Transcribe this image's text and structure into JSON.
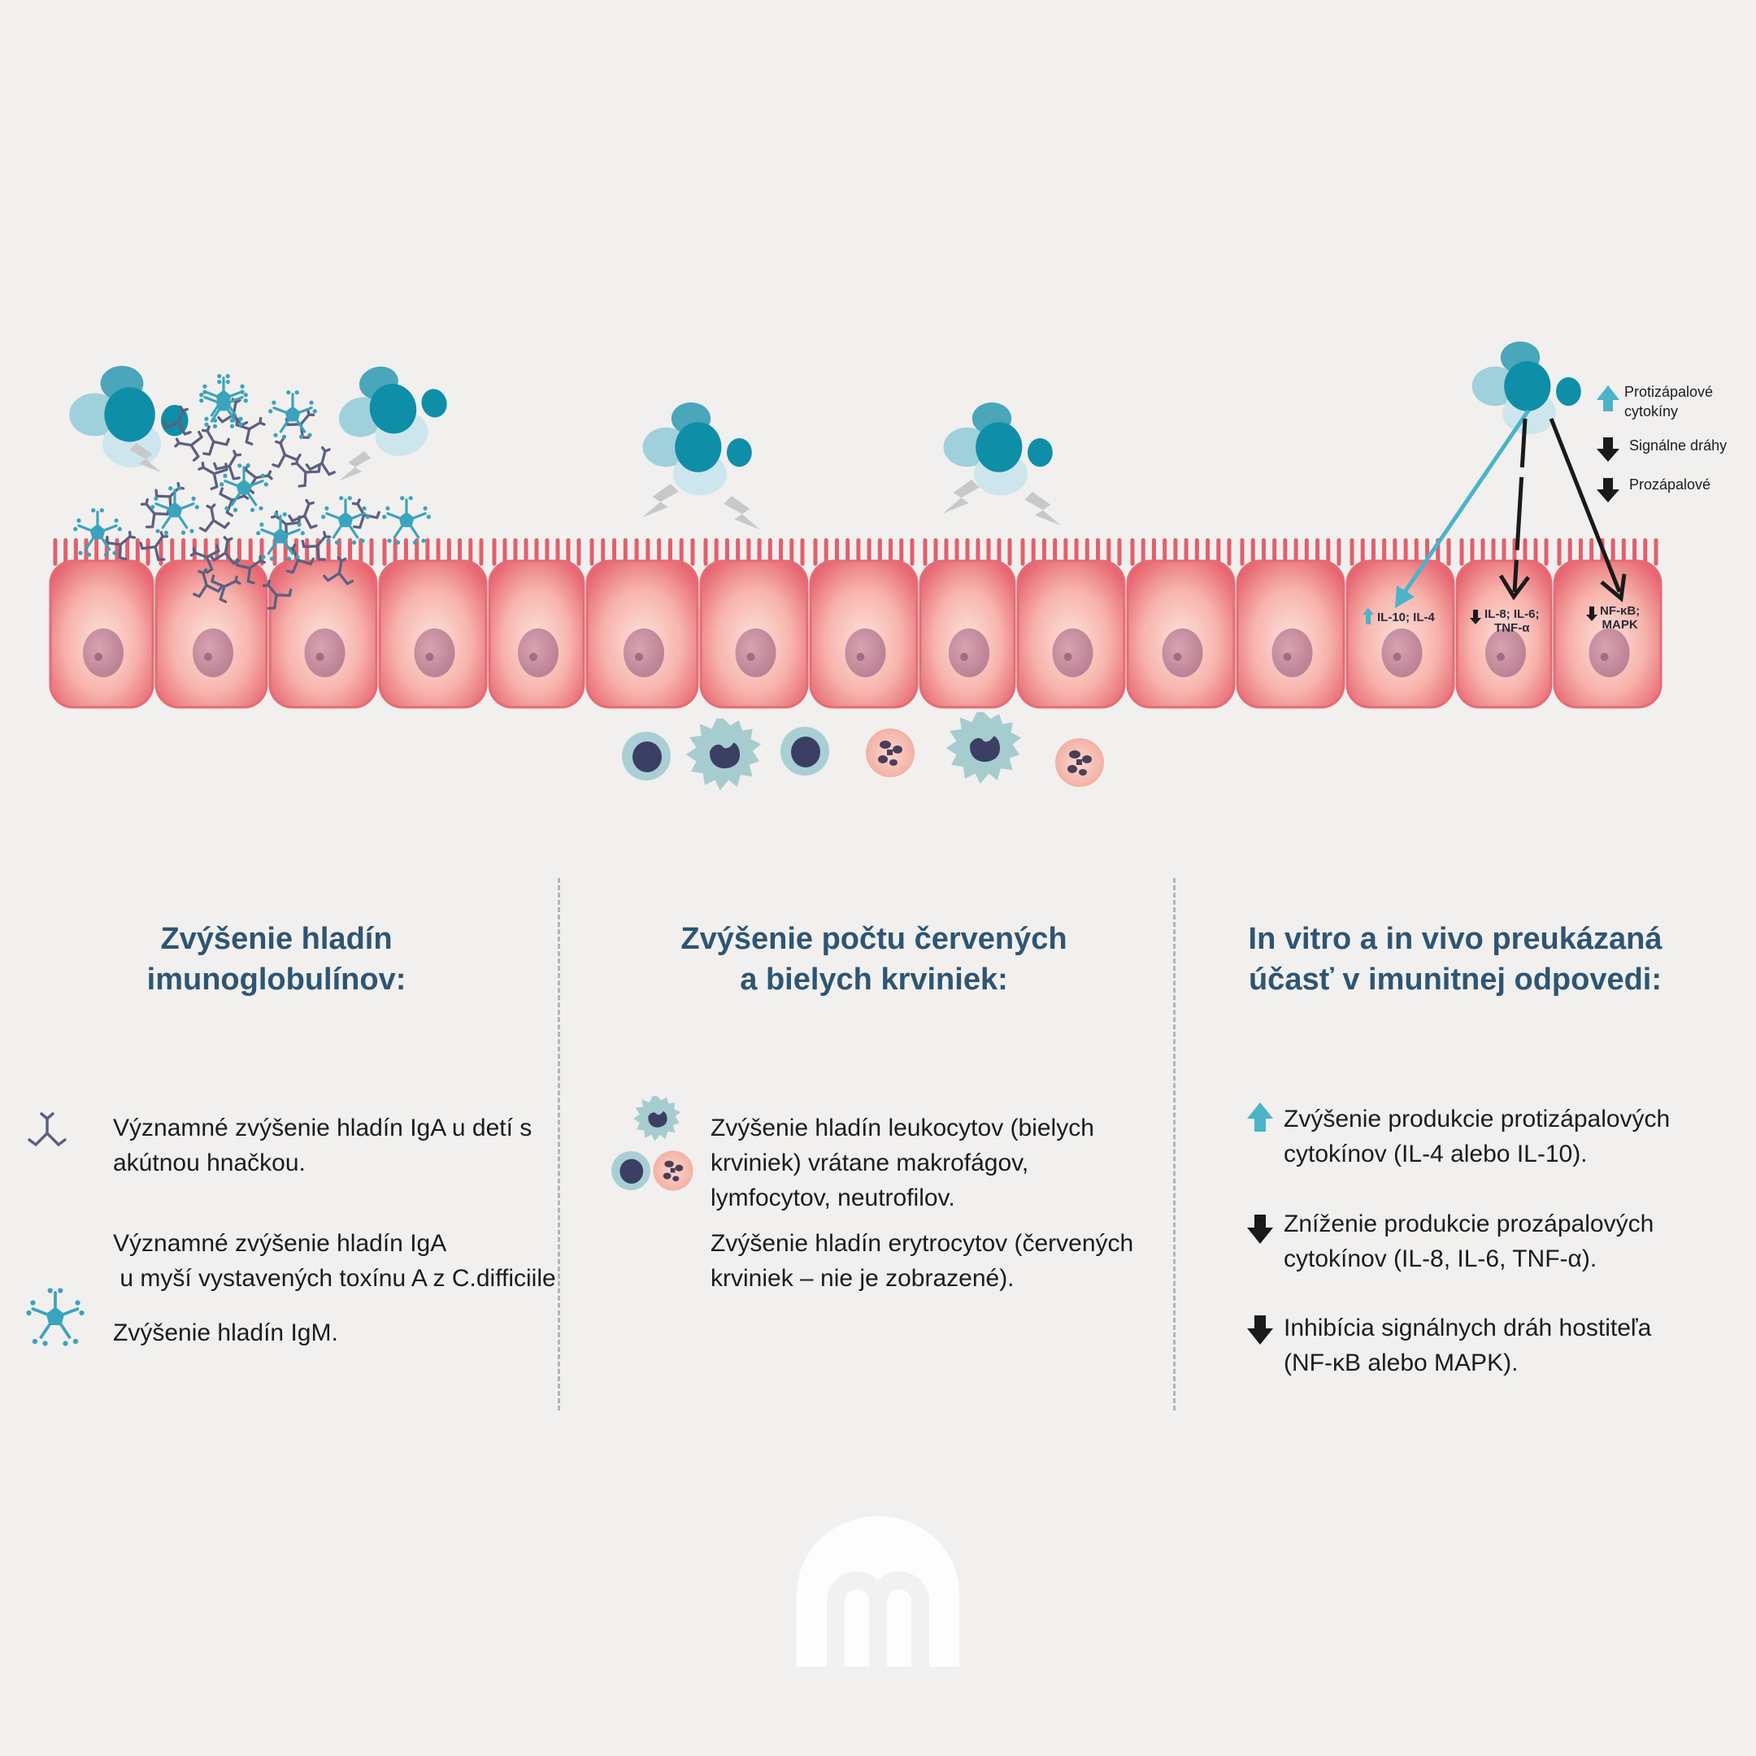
{
  "colors": {
    "background": "#f1f0ef",
    "heading": "#2e5573",
    "teal": "#4bb3c8",
    "cell": "#e9727b",
    "cell_light": "#fbd2cd",
    "antibody": "#5b6080",
    "arrow_dark": "#1a1a1a"
  },
  "legend": {
    "up_label": "Protizápalové",
    "up_label_2": "cytokíny",
    "down_label_1": "Signálne dráhy",
    "down_label_2": "Prozápalové"
  },
  "cell_labels": {
    "il10_il4": "IL-10; IL-4",
    "il8_il6": "IL-8; IL-6;",
    "tnf": "TNF-α",
    "nfkb": "NF-κB;",
    "mapk": "MAPK"
  },
  "columns": {
    "immunoglobulins": {
      "heading_line1": "Zvýšenie hladín",
      "heading_line2": "imunoglobulínov:",
      "item1_line1": "Významné zvýšenie hladín IgA u detí s",
      "item1_line2": "akútnou hnačkou.",
      "item2_line1": "Významné zvýšenie hladín IgA",
      "item2_line2": " u myší vystavených toxínu A z C.difficiile",
      "item3": "Zvýšenie hladín IgM.",
      "icons": [
        "antibody-icon",
        "igm-icon"
      ]
    },
    "blood_cells": {
      "heading_line1": "Zvýšenie počtu červených",
      "heading_line2": "a bielych krviniek:",
      "item1_line1": "Zvýšenie hladín leukocytov (bielych",
      "item1_line2": "krviniek) vrátane makrofágov,",
      "item1_line3": "lymfocytov, neutrofilov.",
      "item2_line1": "Zvýšenie hladín erytrocytov (červených",
      "item2_line2": "krviniek – nie je zobrazené).",
      "icons": [
        "white-blood-cells-icon"
      ]
    },
    "immune_response": {
      "heading_line1": "In vitro a in vivo preukázaná",
      "heading_line2": "účasť v imunitnej odpovedi:",
      "item1_line1": "Zvýšenie produkcie protizápalových",
      "item1_line2": "cytokínov (IL-4 alebo IL-10).",
      "item2_line1": "Zníženie produkcie prozápalových",
      "item2_line2": "cytokínov (IL-8, IL-6, TNF-α).",
      "item3_line1": "Inhibícia signálnych dráh hostiteľa",
      "item3_line2": "(NF-κB alebo MAPK).",
      "icons": [
        "arrow-up-icon",
        "arrow-down-icon",
        "arrow-down-icon"
      ]
    }
  }
}
